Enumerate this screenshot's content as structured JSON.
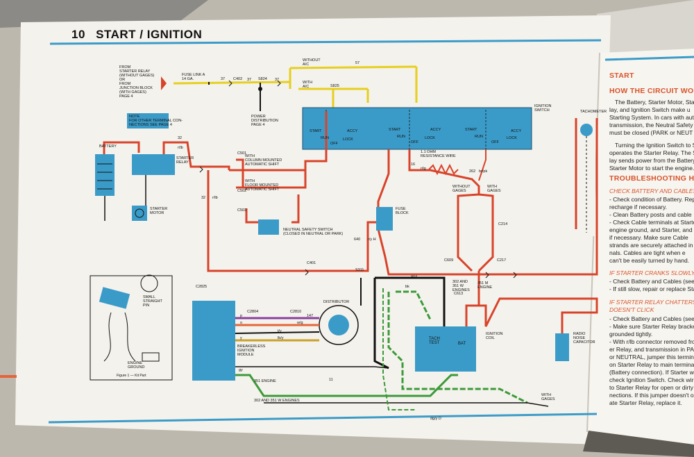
{
  "header": {
    "page_number": "10",
    "title": "START / IGNITION"
  },
  "diagram": {
    "labels": {
      "from_starter_relay": "FROM\nSTARTER RELAY\n(WITHOUT GAGES)\nOR\nFROM\nJUNCTION BLOCK\n(WITH GAGES)\nPAGE 4",
      "fuse_link": "FUSE LINK A\n14 GA.",
      "without_ac": "WITHOUT\nA/C",
      "with_ac": "WITH\nA/C",
      "power_distribution": "POWER\nDISTRIBUTION\nPAGE 4",
      "ignition_switch": "IGNITION\nSWITCH",
      "note": "NOTE\nFOR OTHER TERMINAL CON-\nNECTIONS SEE PAGE 4",
      "battery": "BATTERY",
      "starter_relay": "STARTER\nRELAY",
      "starter_motor": "STARTER\nMOTOR",
      "column_shift": "WITH\nCOLUMN MOUNTED\nAUTOMATIC SHIFT",
      "floor_shift": "WITH\nFLOOR MOUNTED\nAUTOMATIC SHIFT",
      "neutral_safety": "NEUTRAL SAFETY SWITCH\n(CLOSED IN NEUTRAL OR PARK)",
      "resistance_wire": "1.1 OHM\nRESISTANCE WIRE",
      "without_gages": "WITHOUT\nGAGES",
      "with_gages": "WITH\nGAGES",
      "fuse_block": "FUSE\nBLOCK",
      "tachometer": "TACHOMETER",
      "engine_302": "302 AND\n351 W\nENGINES",
      "engine_351m": "351 M\nENGINE",
      "distributor": "DISTRIBUTOR",
      "breakerless": "BREAKERLESS\nIGNITION\nMODULE",
      "tach_test": "TACH\nTEST",
      "bat": "BAT",
      "ignition_coil": "IGNITION\nCOIL",
      "radio_cap": "RADIO\nNOISE\nCAPACITOR",
      "with_gages_bottom": "WITH\nGAGES",
      "small_straight_pin": "SMALL\nSTRAIGHT\nPIN",
      "engine_ground": "ENGINE\nGROUND",
      "figure_caption": "Figure 1 — Kit Part",
      "e_351": "351 ENGINE",
      "e_302_351w": "302 AND 351 W ENGINES",
      "switch_positions": [
        "START",
        "RUN",
        "OFF",
        "ACCY",
        "LOCK"
      ],
      "wires": [
        "37",
        "C402",
        "37",
        "S824",
        "37",
        "57",
        "S825",
        "32",
        "r/lb",
        "C501",
        "C502",
        "C503",
        "32",
        "r/lb",
        "16",
        "r/lg",
        "640",
        "r/y H",
        "S311",
        "C401",
        "C2825",
        "C2804",
        "C2810",
        "147",
        "C613",
        "C217",
        "C214",
        "262",
        "br/pk",
        "C609",
        "904",
        "11",
        "dg/y D",
        "bk",
        "gy",
        "p",
        "o",
        "t/y",
        "lb/y",
        "y",
        "w/g"
      ]
    }
  },
  "sidebar": {
    "start_title": "START",
    "circuit_title": "HOW THE CIRCUIT WORKS",
    "circuit_text": [
      "The Battery, Starter Motor, Star",
      "lay, and Ignition Switch make u",
      "Starting System. In cars with aut",
      "transmission, the Neutral Safety",
      "must be closed (PARK or NEUT",
      "",
      "Turning the Ignition Switch to S",
      "operates the Starter Relay. The Start",
      "lay sends power from the Battery",
      "Starter Motor to start the engine."
    ],
    "trouble_title": "TROUBLESHOOTING HINTS",
    "check_title": "CHECK BATTERY AND CABLES",
    "check_text": [
      "- Check condition of Battery. Repla",
      "  recharge if necessary.",
      "- Clean Battery posts and cable",
      "- Check Cable terminals at Starter R",
      "  engine ground, and Starter, and c",
      "  if necessary. Make sure Cable",
      "  strands are securely attached in te",
      "  nals. Cables are tight when e",
      "  can't be easily turned by hand."
    ],
    "slow_title": "IF STARTER CRANKS SLOWLY",
    "slow_text": [
      "- Check Battery and Cables (see abov",
      "- If still slow, repair or replace Start"
    ],
    "chatter_title": "IF STARTER RELAY CHATTERS O",
    "chatter_title2": "DOESN'T CLICK",
    "chatter_text": [
      "- Check Battery and Cables (see above",
      "- Make sure Starter Relay brackets are",
      "  grounded tightly.",
      "- With r/lb connector removed from Start",
      "  er Relay, and transmission in PARK",
      "  or NEUTRAL, jumper this terminal",
      "  on Starter Relay to main terminal",
      "  (Battery connection). If Starter works,",
      "  check Ignition Switch. Check wiring",
      "  to Starter Relay for open or dirty con-",
      "  nections. If this jumper doesn't oper-",
      "  ate Starter Relay, replace it."
    ]
  },
  "colors": {
    "blue": "#3b9bc8",
    "red": "#d8432a",
    "yellow": "#e6cf1f",
    "green": "#3b9a3a",
    "paper": "#f4f2ec",
    "accent": "#e5643a"
  }
}
